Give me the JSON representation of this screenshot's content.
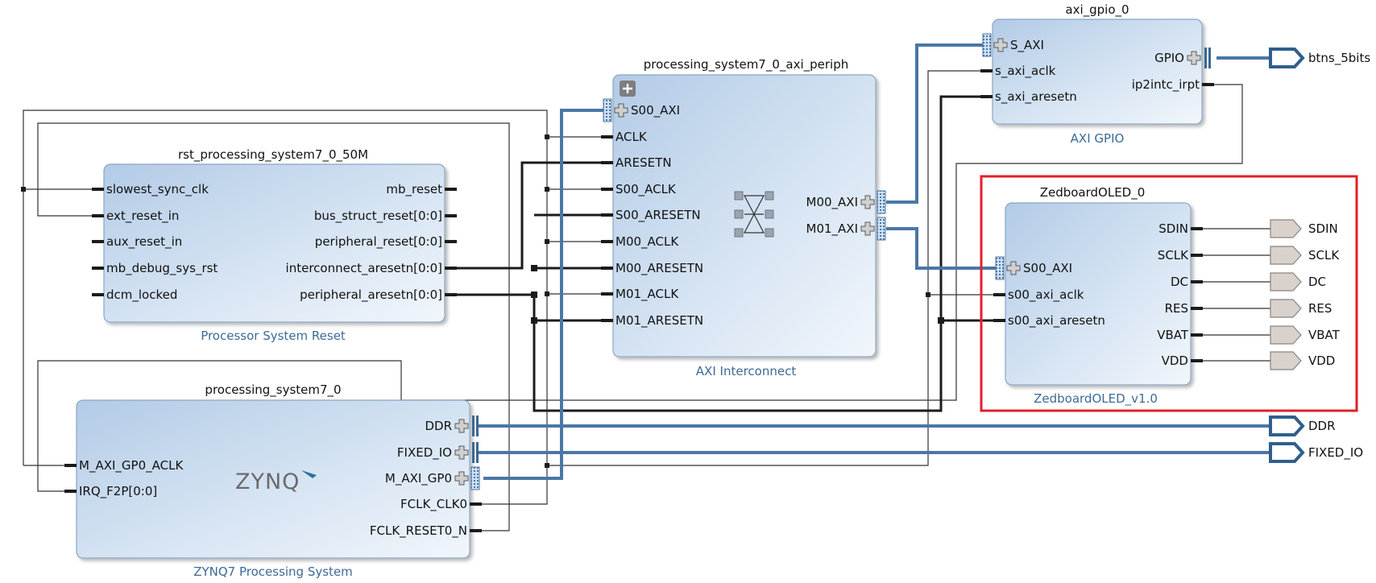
{
  "blocks": {
    "rst": {
      "instance": "rst_processing_system7_0_50M",
      "type": "Processor System Reset",
      "inputs": [
        "slowest_sync_clk",
        "ext_reset_in",
        "aux_reset_in",
        "mb_debug_sys_rst",
        "dcm_locked"
      ],
      "outputs": [
        "mb_reset",
        "bus_struct_reset[0:0]",
        "peripheral_reset[0:0]",
        "interconnect_aresetn[0:0]",
        "peripheral_aresetn[0:0]"
      ]
    },
    "ps7": {
      "instance": "processing_system7_0",
      "type": "ZYNQ7 Processing System",
      "logo": "ZYNQ",
      "inputs": [
        "M_AXI_GP0_ACLK",
        "IRQ_F2P[0:0]"
      ],
      "outputs": [
        "DDR",
        "FIXED_IO",
        "M_AXI_GP0",
        "FCLK_CLK0",
        "FCLK_RESET0_N"
      ]
    },
    "periph": {
      "instance": "processing_system7_0_axi_periph",
      "type": "AXI Interconnect",
      "inputs": [
        "S00_AXI",
        "ACLK",
        "ARESETN",
        "S00_ACLK",
        "S00_ARESETN",
        "M00_ACLK",
        "M00_ARESETN",
        "M01_ACLK",
        "M01_ARESETN"
      ],
      "outputs": [
        "M00_AXI",
        "M01_AXI"
      ]
    },
    "gpio": {
      "instance": "axi_gpio_0",
      "type": "AXI GPIO",
      "inputs": [
        "S_AXI",
        "s_axi_aclk",
        "s_axi_aresetn"
      ],
      "outputs": [
        "GPIO",
        "ip2intc_irpt"
      ]
    },
    "oled": {
      "instance": "ZedboardOLED_0",
      "type": "ZedboardOLED_v1.0",
      "inputs": [
        "S00_AXI",
        "s00_axi_aclk",
        "s00_axi_aresetn"
      ],
      "outputs": [
        "SDIN",
        "SCLK",
        "DC",
        "RES",
        "VBAT",
        "VDD"
      ]
    }
  },
  "external_ports": {
    "btns": "btns_5bits",
    "ddr": "DDR",
    "fixed_io": "FIXED_IO",
    "oled": [
      "SDIN",
      "SCLK",
      "DC",
      "RES",
      "VBAT",
      "VDD"
    ]
  },
  "colors": {
    "block_fill_light": "#e9f1fa",
    "block_fill_dark": "#b7cfe8",
    "block_border": "#8aa6c4",
    "bus_wire": "#4a77a6",
    "signal_wire": "#1b1b1b",
    "thin_wire": "#333333",
    "highlight": "#e0202a",
    "subtitle": "#3c6a96",
    "out_port_fill": "#d9d1cc"
  }
}
